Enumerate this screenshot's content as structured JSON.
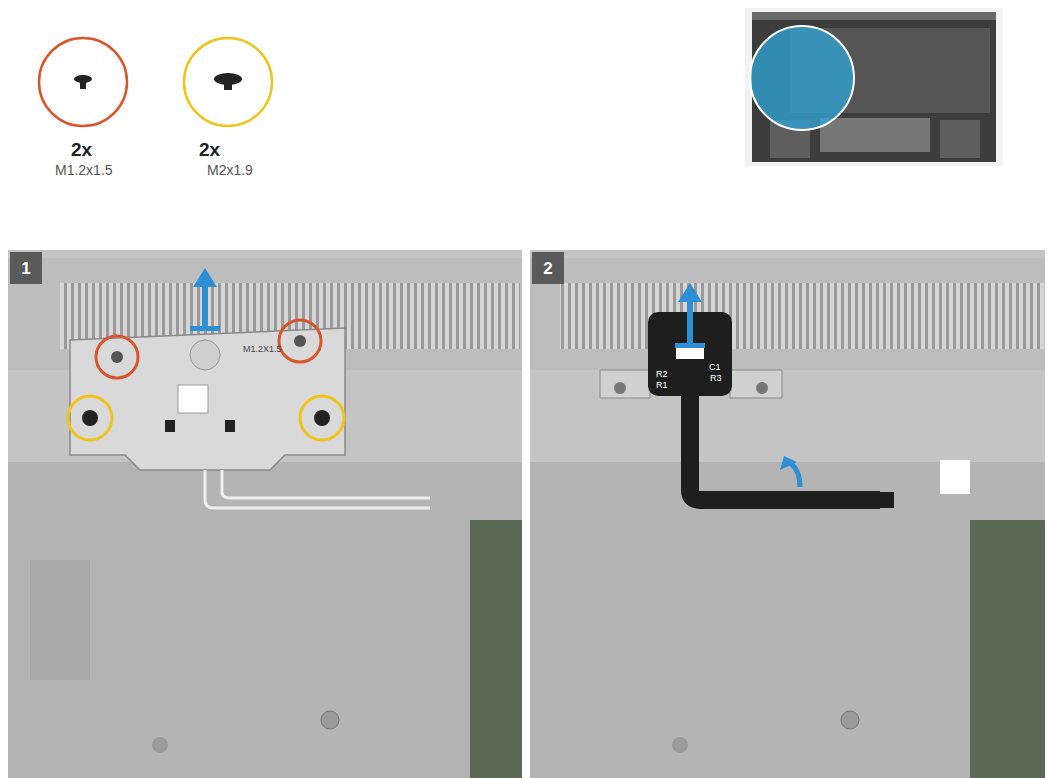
{
  "diagram": {
    "nodes": [
      {
        "text": [
          "1"
        ]
      },
      {
        "text": [
          "2"
        ]
      }
    ],
    "labels": [
      "2x",
      "M1.2x1.5",
      "2x",
      "M2x1.9",
      "M1.2X1.5",
      "R2",
      "R1",
      "C1",
      "R3"
    ]
  }
}
